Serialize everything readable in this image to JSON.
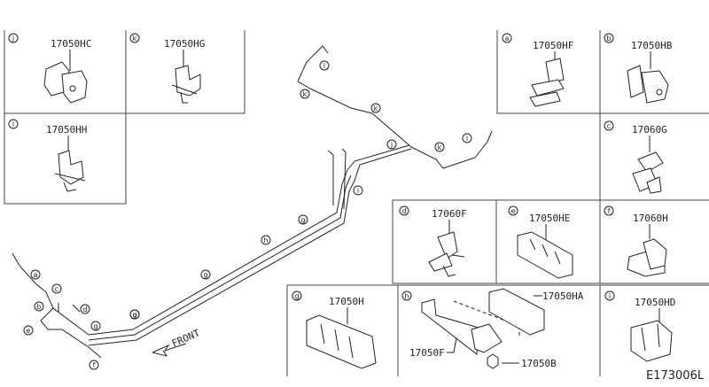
{
  "diagram": {
    "drawing_code": "E173006L",
    "front_label": "FRONT",
    "callouts": [
      {
        "key": "j",
        "letter": "j",
        "parts": [
          "17050HC"
        ]
      },
      {
        "key": "k",
        "letter": "k",
        "parts": [
          "17050HG"
        ]
      },
      {
        "key": "l",
        "letter": "l",
        "parts": [
          "17050HH"
        ]
      },
      {
        "key": "a",
        "letter": "a",
        "parts": [
          "17050HF"
        ]
      },
      {
        "key": "b",
        "letter": "b",
        "parts": [
          "17050HB"
        ]
      },
      {
        "key": "c",
        "letter": "c",
        "parts": [
          "17060G"
        ]
      },
      {
        "key": "d",
        "letter": "d",
        "parts": [
          "17060F"
        ]
      },
      {
        "key": "e",
        "letter": "e",
        "parts": [
          "17050HE"
        ]
      },
      {
        "key": "f",
        "letter": "f",
        "parts": [
          "17060H"
        ]
      },
      {
        "key": "g",
        "letter": "g",
        "parts": [
          "17050H"
        ]
      },
      {
        "key": "h",
        "letter": "h",
        "parts": [
          "17050HA",
          "17050F",
          "17050B"
        ]
      },
      {
        "key": "i",
        "letter": "i",
        "parts": [
          "17050HD"
        ]
      }
    ],
    "route_markers": [
      "a",
      "b",
      "c",
      "d",
      "e",
      "f",
      "g",
      "g",
      "g",
      "g",
      "h",
      "g",
      "i",
      "j",
      "k",
      "k",
      "k",
      "l",
      "l"
    ]
  }
}
